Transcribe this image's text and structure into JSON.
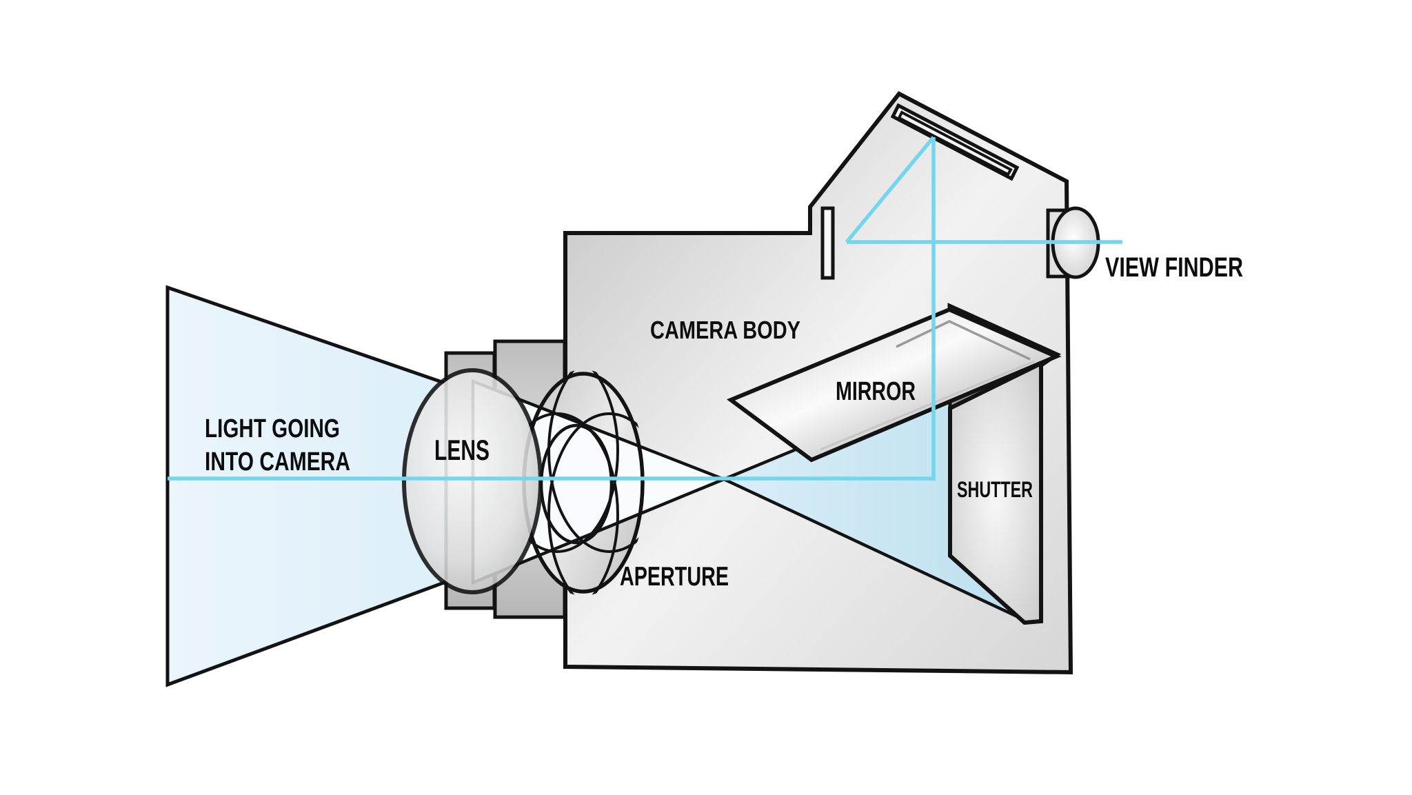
{
  "diagram": {
    "title": "SLR camera light path diagram",
    "labels": {
      "light_line1": "LIGHT GOING",
      "light_line2": "INTO CAMERA",
      "lens": "LENS",
      "aperture": "APERTURE",
      "camera_body": "CAMERA BODY",
      "mirror": "MIRROR",
      "shutter": "SHUTTER",
      "view_finder": "VIEW FINDER"
    },
    "colors": {
      "light_path": "#74d6ec",
      "incoming_cone_start": "#ebf5fc",
      "incoming_cone_end": "#cfe9f6",
      "projected_beam_start": "#d9eef7",
      "projected_beam_end": "#bcdfee",
      "focused_cone": "#f9fcff",
      "outline": "#131313"
    }
  }
}
